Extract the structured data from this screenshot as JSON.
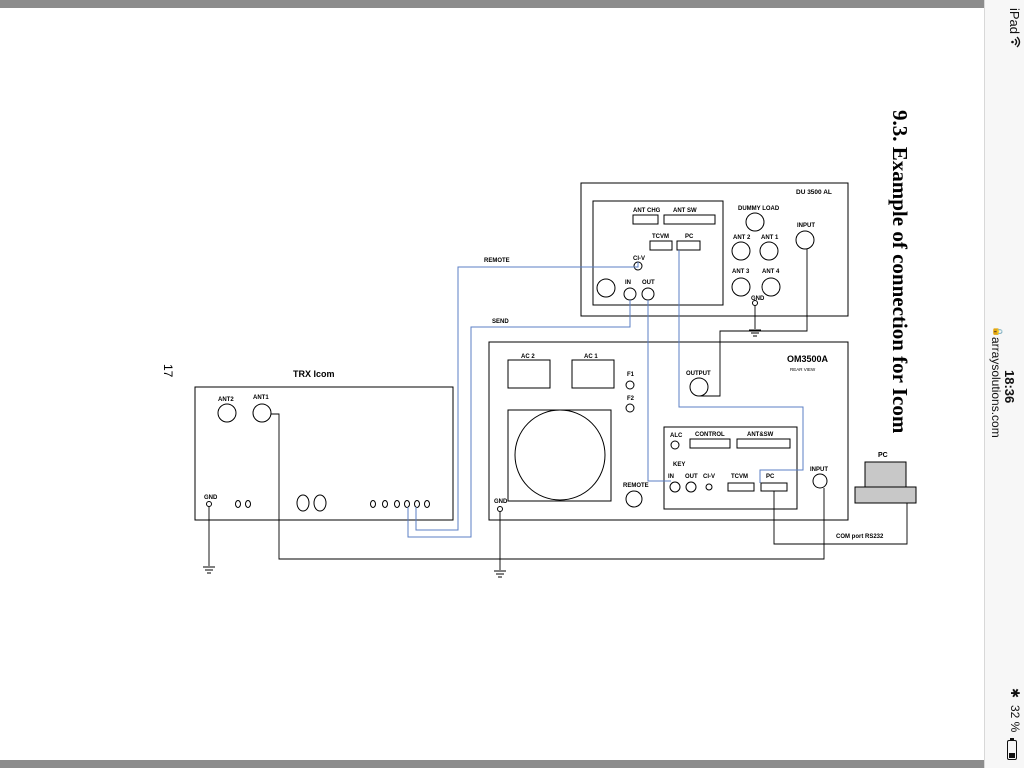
{
  "status_bar": {
    "device": "iPad",
    "wifi_icon": "wifi-icon",
    "time": "18:36",
    "lock_icon": "lock-icon",
    "host": "arraysolutions.com",
    "bluetooth_icon": "bluetooth-icon",
    "battery": "32 %"
  },
  "page": {
    "heading": "9.3. Example of connection for Icom",
    "page_number": "17"
  },
  "diagram": {
    "du": {
      "title": "DU 3500 AL",
      "ant_chg": "ANT CHG",
      "ant_sw": "ANT SW",
      "dummy_load": "DUMMY LOAD",
      "tcvm": "TCVM",
      "pc": "PC",
      "input": "INPUT",
      "ant2": "ANT 2",
      "ant1": "ANT 1",
      "ant3": "ANT 3",
      "ant4": "ANT 4",
      "civ": "CI-V",
      "in": "IN",
      "out": "OUT",
      "gnd": "GND"
    },
    "om": {
      "title": "OM3500A",
      "subtitle": "REAR VIEW",
      "ac2": "AC 2",
      "ac1": "AC 1",
      "f1": "F1",
      "f2": "F2",
      "output": "OUTPUT",
      "alc": "ALC",
      "control": "CONTROL",
      "antsw": "ANT&SW",
      "key": "KEY",
      "in": "IN",
      "out": "OUT",
      "civ": "CI-V",
      "tcvm": "TCVM",
      "pc": "PC",
      "input": "INPUT",
      "remote": "REMOTE",
      "gnd": "GND"
    },
    "trx": {
      "title": "TRX Icom",
      "ant2": "ANT2",
      "ant1": "ANT1",
      "gnd": "GND"
    },
    "pc": {
      "label": "PC",
      "com_port": "COM port RS232"
    },
    "wires": {
      "remote": "REMOTE",
      "send": "SEND"
    }
  }
}
